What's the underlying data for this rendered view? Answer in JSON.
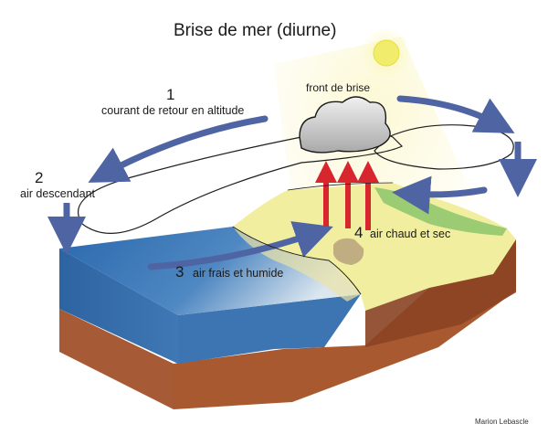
{
  "title": "Brise de mer (diurne)",
  "labels": {
    "n1": "1",
    "t1": "courant de retour en altitude",
    "n2": "2",
    "t2": "air descendant",
    "n3": "3",
    "t3": "air frais et humide",
    "n4": "4",
    "t4": "air chaud et sec",
    "front": "front de brise"
  },
  "credit": "Marion Lebascle",
  "colors": {
    "sea_top": "#3a75b3",
    "sea_side": "#2f63a0",
    "land_top": "#f2eea0",
    "soil": "#a75a36",
    "flow_arrow": "#4f64a3",
    "thermal_arrow": "#d7262e",
    "vegetation": "#8cc46a",
    "sun": "#f2ec6c"
  },
  "icons": [
    "sun-icon",
    "cloud-icon"
  ]
}
